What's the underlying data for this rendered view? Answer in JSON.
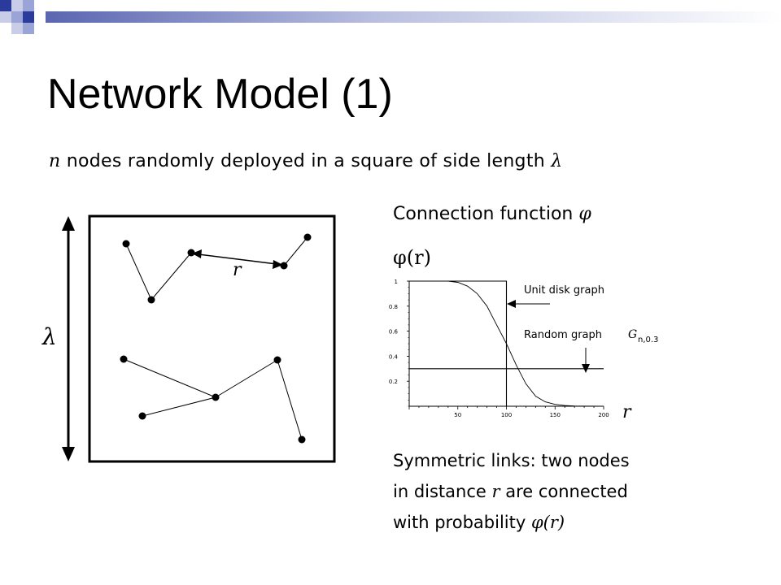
{
  "header": {
    "title": "Network Model (1)",
    "deco_colors": [
      "#2b3b9c",
      "#9aa4d6",
      "#c9cde8"
    ]
  },
  "intro": {
    "var_n": "n",
    "text": " nodes randomly deployed in a square of side length ",
    "var_lambda": "λ"
  },
  "diagram": {
    "side_label": "λ",
    "edge_label": "r"
  },
  "connection": {
    "heading": "Connection function ",
    "heading_symbol": "φ",
    "phi_label": "φ(r)"
  },
  "chart_data": {
    "type": "line",
    "xlim": [
      0,
      200
    ],
    "ylim": [
      0,
      1
    ],
    "x_ticks": [
      50,
      100,
      150,
      200
    ],
    "y_ticks": [
      0.2,
      0.4,
      0.6,
      0.8,
      1
    ],
    "xlabel": "r",
    "series": [
      {
        "name": "Unit disk graph",
        "x": [
          0,
          100,
          100,
          200
        ],
        "y": [
          1,
          1,
          0,
          0
        ]
      },
      {
        "name": "Random graph G_{n,0.3}",
        "x": [
          0,
          200
        ],
        "y": [
          0.3,
          0.3
        ]
      },
      {
        "name": "smooth",
        "x": [
          0,
          40,
          50,
          60,
          70,
          80,
          90,
          100,
          110,
          120,
          130,
          140,
          150,
          160,
          170,
          180,
          200
        ],
        "y": [
          1,
          1,
          0.99,
          0.96,
          0.9,
          0.8,
          0.65,
          0.5,
          0.33,
          0.18,
          0.08,
          0.035,
          0.015,
          0.006,
          0.002,
          0.001,
          0
        ]
      }
    ],
    "annotations": [
      {
        "text": "Unit disk graph",
        "target_series": "Unit disk graph"
      },
      {
        "text": "Random graph ",
        "math": "G",
        "sub": "n,0.3",
        "target_series": "Random graph G_{n,0.3}"
      }
    ]
  },
  "symmetric": {
    "line1": "Symmetric links: two nodes",
    "line2_pre": "in distance ",
    "line2_var": "r",
    "line2_post": " are connected",
    "line3_pre": "with probability ",
    "line3_var": "φ(r)"
  }
}
